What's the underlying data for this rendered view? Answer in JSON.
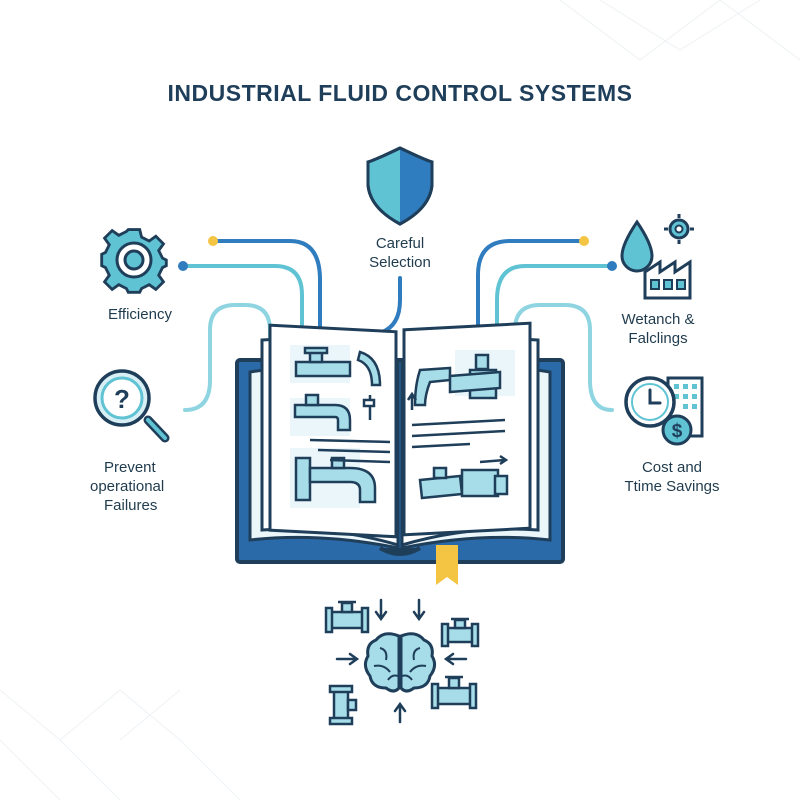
{
  "title": "INDUSTRIAL FLUID CONTROL SYSTEMS",
  "labels": {
    "careful_selection": [
      "Careful",
      "Selection"
    ],
    "efficiency": [
      "Efficiency"
    ],
    "prevent_failures": [
      "Prevent",
      "operational",
      "Failures"
    ],
    "wetanch": [
      "Wetanch &",
      "Falclings"
    ],
    "cost_savings": [
      "Cost and",
      "Ttime Savings"
    ]
  },
  "icons": {
    "shield": "shield-icon",
    "gear": "gear-icon",
    "magnifier": "magnifier-question-icon",
    "factory": "factory-drop-gear-icon",
    "clock_dollar": "clock-dollar-icon",
    "book": "open-book-icon",
    "brain": "brain-icon",
    "valve": "valve-icon"
  },
  "colors": {
    "navy": "#1f3e5a",
    "blue": "#2f7cbf",
    "teal": "#5fc3d3",
    "light_teal": "#bfe6ee",
    "gold": "#f4c542",
    "book_cover": "#2a6aa8"
  }
}
